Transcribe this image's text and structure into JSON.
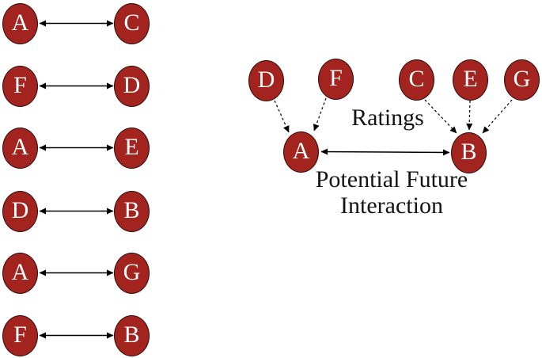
{
  "figure": {
    "colors": {
      "background": "#ffffff",
      "node_fill": "#A3241E",
      "node_stroke": "#2E0D0A",
      "node_text": "#ffffff",
      "arrow": "#000000",
      "label_text": "#141414"
    },
    "left_pairs": [
      {
        "left": "A",
        "right": "C"
      },
      {
        "left": "F",
        "right": "D"
      },
      {
        "left": "A",
        "right": "E"
      },
      {
        "left": "D",
        "right": "B"
      },
      {
        "left": "A",
        "right": "G"
      },
      {
        "left": "F",
        "right": "B"
      }
    ],
    "right_graph": {
      "raters_of_a": [
        "D",
        "F"
      ],
      "raters_of_b": [
        "C",
        "E",
        "G"
      ],
      "user_a": "A",
      "user_b": "B",
      "ratings_label": "Ratings",
      "interaction_label_line1": "Potential Future",
      "interaction_label_line2": "Interaction",
      "edges": {
        "dashed_rating_edges": [
          "D→A",
          "F→A",
          "C→B",
          "E→B",
          "G→B"
        ],
        "mutual_edge": "A↔B"
      }
    }
  }
}
